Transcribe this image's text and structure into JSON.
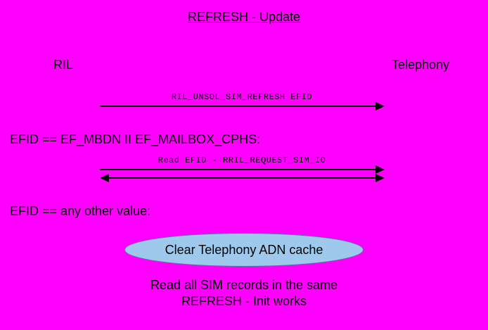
{
  "colors": {
    "background": "#FF00FF",
    "text": "#000000",
    "arrow": "#000000",
    "ellipse_fill": "#9FC9EC",
    "ellipse_border": "#4A7BA6"
  },
  "title": "REFRESH - Update",
  "actors": {
    "left": "RIL",
    "right": "Telephony"
  },
  "messages": [
    {
      "label": "RIL_UNSOL_SIM_REFRESH EFID",
      "direction": "right"
    },
    {
      "label": "Read EFID - RRIL_REQUEST_SIM_IO",
      "direction": "both"
    }
  ],
  "conditions": [
    "EFID == EF_MBDN II EF_MAILBOX_CPHS:",
    "EFID == any other value:"
  ],
  "ellipse": {
    "label": "Clear Telephony ADN cache"
  },
  "footer": {
    "line1": "Read all SIM records in the same",
    "line2": "REFRESH - Init works"
  }
}
